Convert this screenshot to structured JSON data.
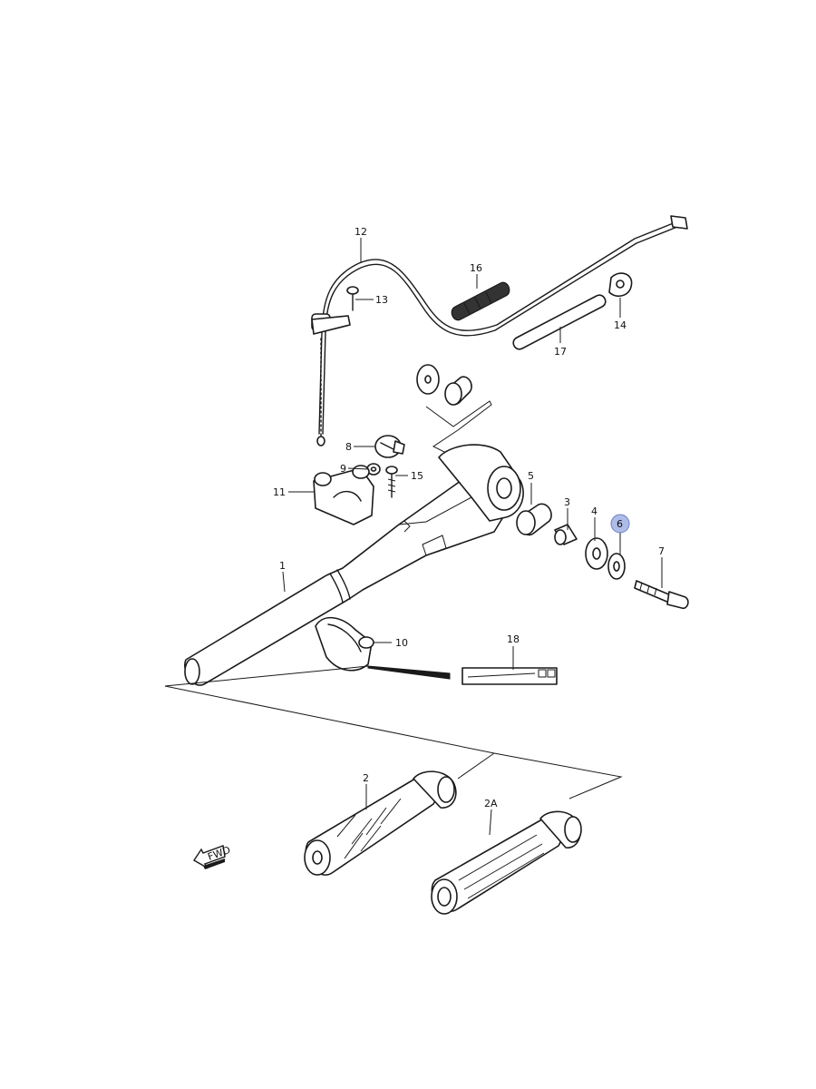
{
  "labels": {
    "p1": "1",
    "p2": "2",
    "p2a": "2A",
    "p3": "3",
    "p4": "4",
    "p5": "5",
    "p6": "6",
    "p7": "7",
    "p8": "8",
    "p9": "9",
    "p10": "10",
    "p11": "11",
    "p12": "12",
    "p13": "13",
    "p14": "14",
    "p15": "15",
    "p16": "16",
    "p17": "17",
    "p18": "18"
  },
  "fwd_text": "FWD",
  "highlighted_part": "6",
  "colors": {
    "highlight": "#aebce8",
    "line": "#1a1a1a"
  }
}
